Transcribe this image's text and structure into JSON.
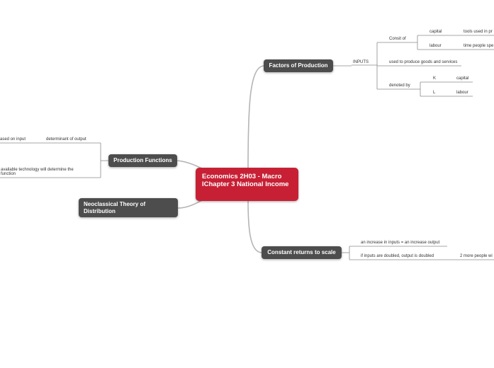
{
  "central": {
    "title": "Economics 2H03 - Macro IChapter 3 National Income"
  },
  "factors": {
    "title": "Factors of Production",
    "inputs": "INPUTS",
    "consist_of": "Consit of",
    "capital": "capital",
    "capital_desc": "tools used in pr",
    "labour": "labour",
    "labour_desc": "time people spe",
    "used_for": "used to produce goods and services",
    "denoted_by": "denoted by",
    "k": "K",
    "k_meaning": "capital",
    "l": "L",
    "l_meaning": "labour"
  },
  "production": {
    "title": "Production Functions",
    "based_on_input": "ased on input",
    "determinant": "determinant of output",
    "tech_line1": "available technology will determine the",
    "tech_line2": "function"
  },
  "neoclassical": {
    "title": "Neoclassical Theory of Distribution"
  },
  "returns": {
    "title": "Constant returns to scale",
    "increase": "an increase in inputs = an increase output",
    "doubled": "if inputs are doubled, output is doubled",
    "more_people": "2 more people wi"
  }
}
